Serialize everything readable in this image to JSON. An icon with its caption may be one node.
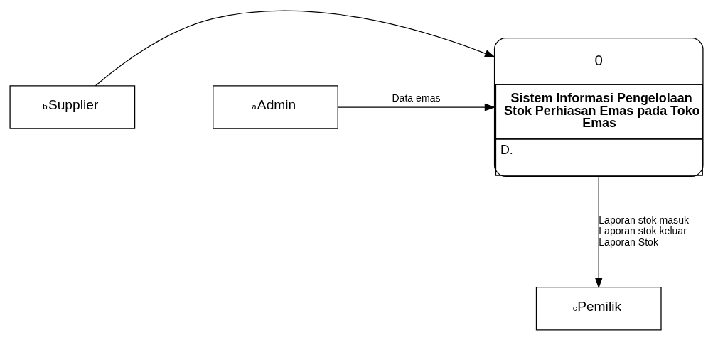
{
  "diagram": {
    "nodes": [
      {
        "text": [
          "b",
          "Supplier"
        ]
      },
      {
        "text": [
          "0",
          "Sistem Informasi Pengelolaan Stok Perhiasan Emas pada Toko Emas",
          "D."
        ]
      },
      {
        "text": [
          "a",
          "Admin"
        ]
      },
      {
        "text": [
          "c",
          "Pemilik"
        ]
      }
    ],
    "edges": [
      {
        "from": 0,
        "to": 1,
        "arrow": "to"
      },
      {
        "from": 2,
        "to": 1,
        "arrow": "to",
        "label": "Data emas"
      },
      {
        "from": 1,
        "to": 3,
        "arrow": "to",
        "label": "Laporan stok masuk Laporan stok keluar Laporan Stok"
      }
    ]
  }
}
